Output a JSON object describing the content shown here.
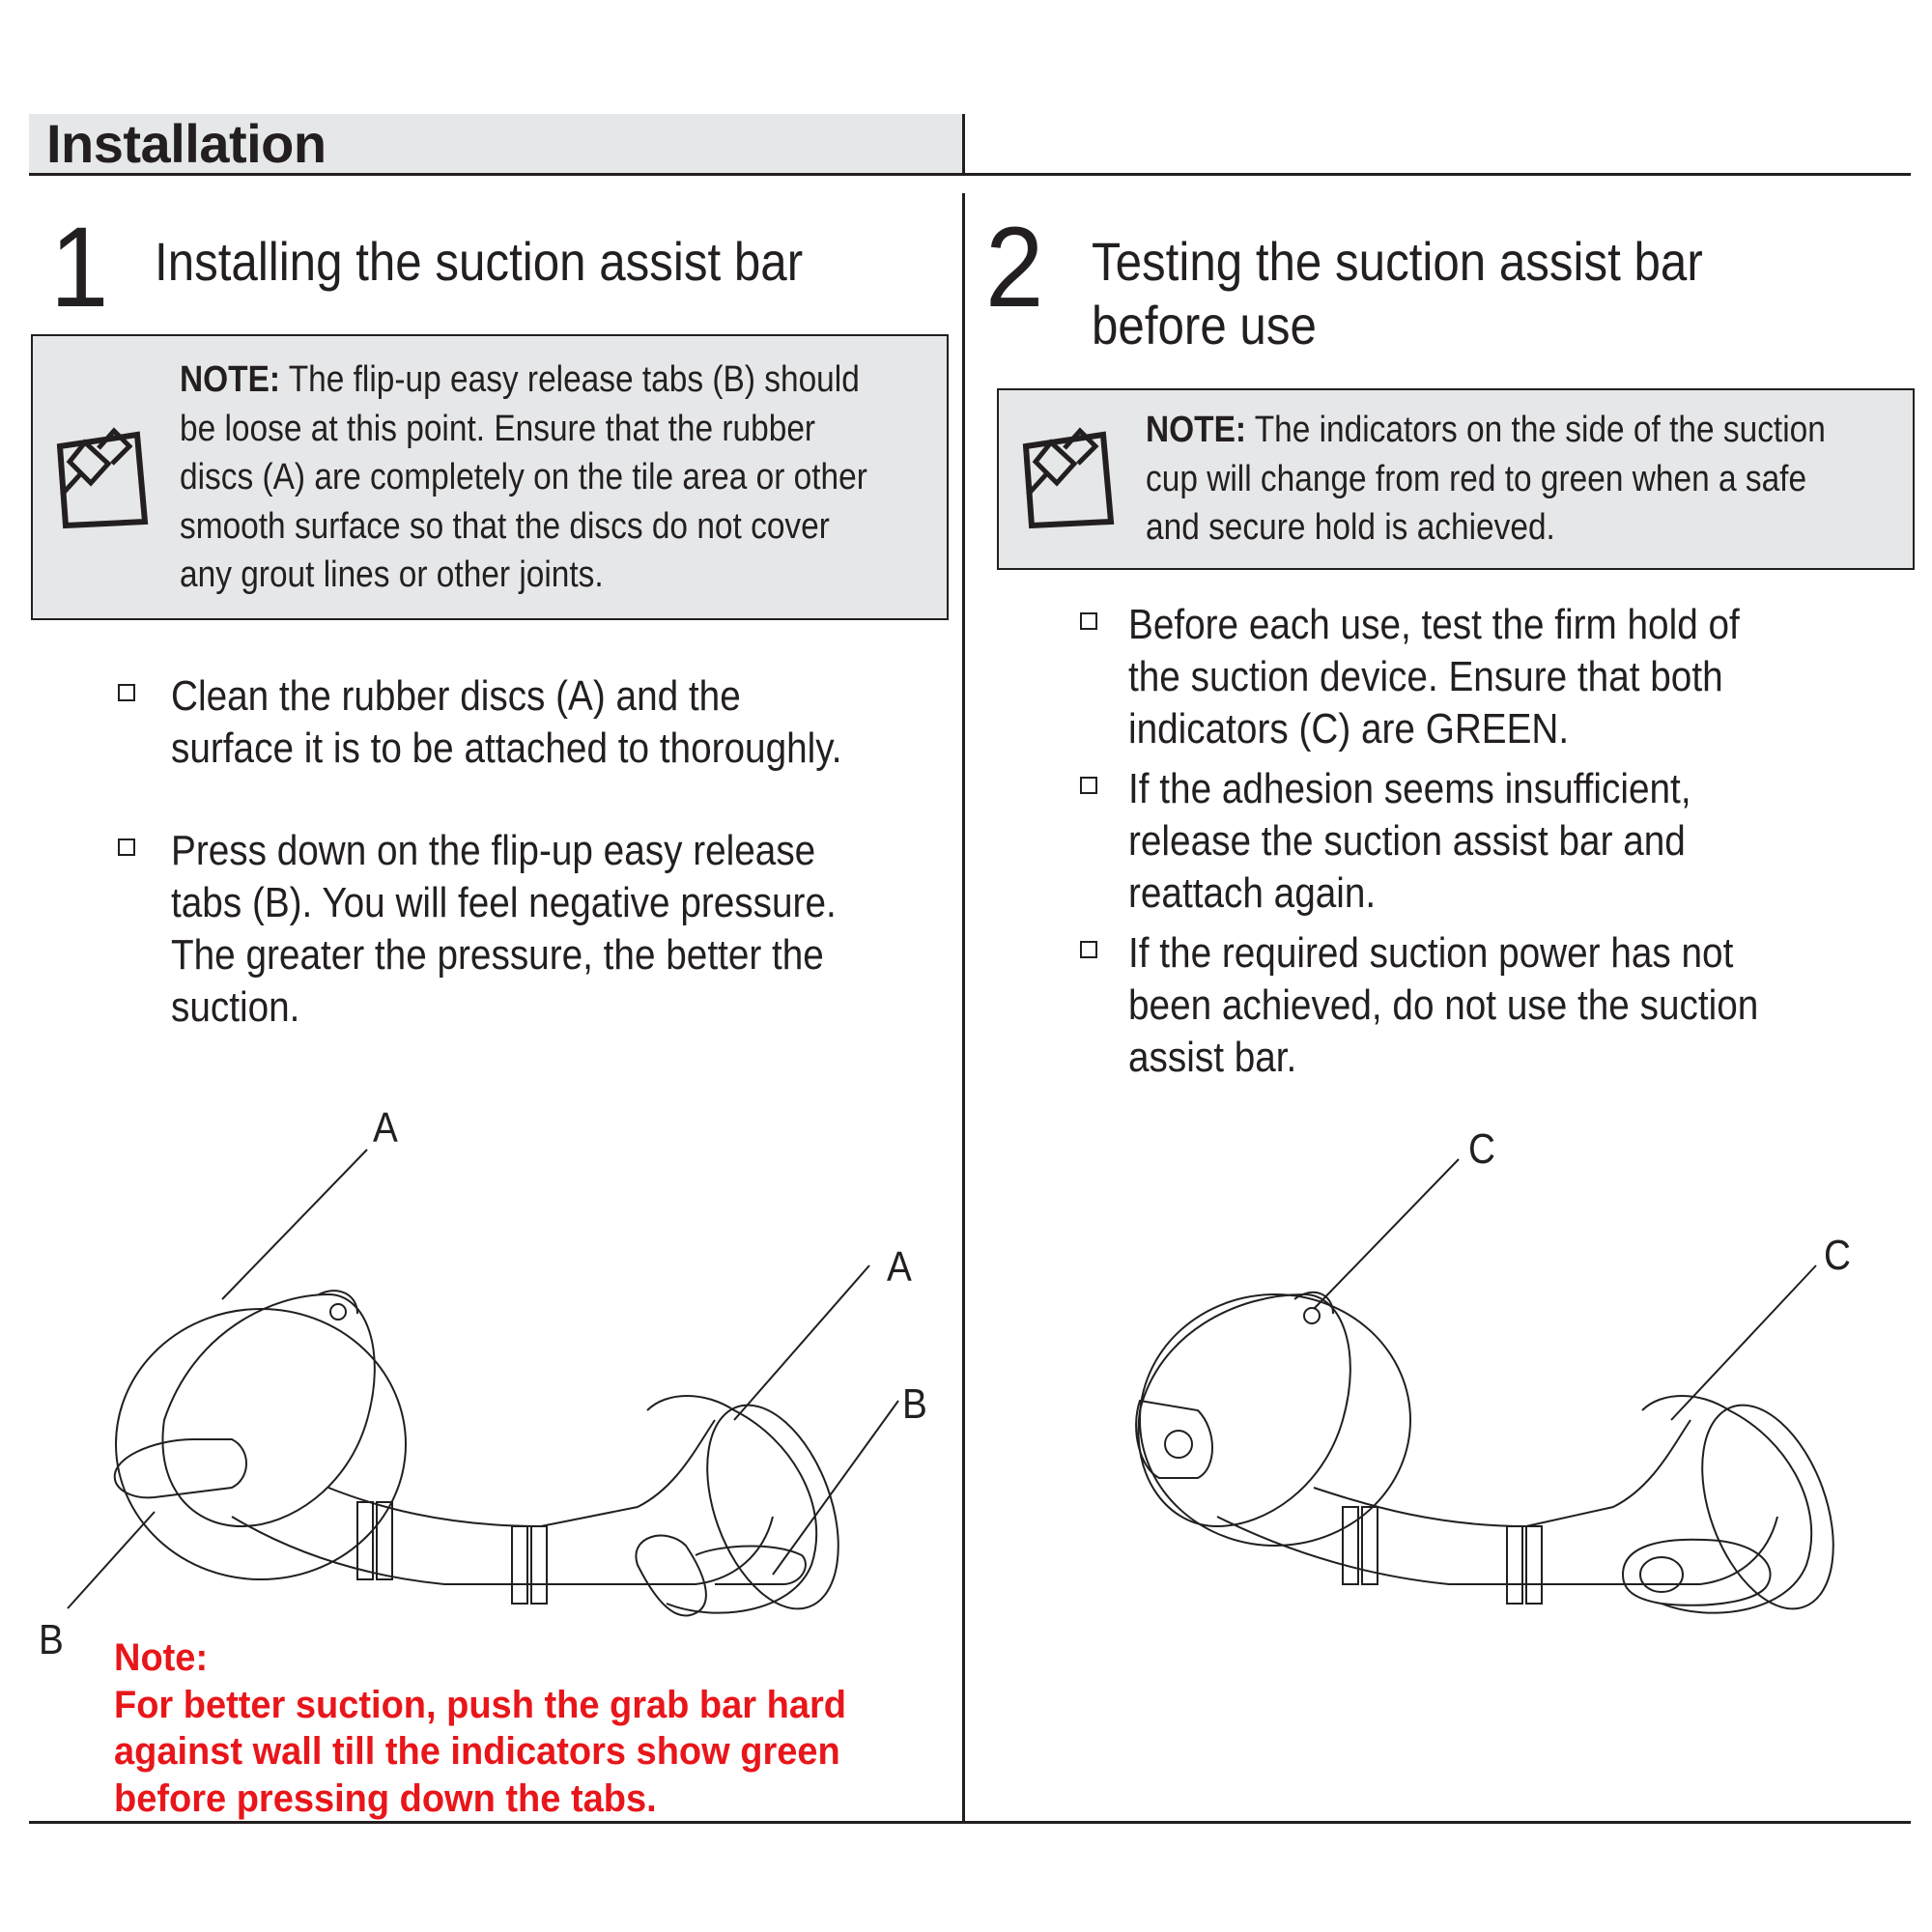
{
  "header": {
    "title": "Installation"
  },
  "step1": {
    "number": "1",
    "title": "Installing the suction assist bar",
    "note": {
      "label": "NOTE:",
      "lines": [
        " The flip-up easy release tabs (B) should",
        "be loose at this point. Ensure that the rubber",
        "discs (A) are completely on the tile area or other",
        "smooth surface so that the discs do not cover",
        "any grout lines or other joints."
      ]
    },
    "bullets": [
      {
        "lines": [
          "Clean the rubber discs (A) and the",
          "surface it is to be attached to thoroughly."
        ]
      },
      {
        "lines": [
          "Press down on the flip-up easy release",
          "tabs (B). You will feel negative pressure.",
          "The greater the pressure, the better the",
          "suction."
        ]
      }
    ],
    "callouts": {
      "a_top": "A",
      "a_right": "A",
      "b_right": "B",
      "b_left": "B"
    },
    "red_note": {
      "label": "Note:",
      "lines": [
        "For better suction, push the grab bar hard",
        "against wall till the indicators show green",
        "before pressing down the tabs."
      ]
    }
  },
  "step2": {
    "number": "2",
    "title_lines": [
      "Testing the suction assist bar",
      "before use"
    ],
    "note": {
      "label": "NOTE:",
      "lines": [
        " The indicators on the side of the suction",
        "cup will change from red to green when a safe",
        "and secure hold is achieved."
      ]
    },
    "bullets": [
      {
        "lines": [
          "Before each use, test the firm hold of",
          "the suction device. Ensure that both",
          "indicators (C) are GREEN."
        ]
      },
      {
        "lines": [
          "If the adhesion seems insufficient,",
          "release the suction assist bar and",
          "reattach again."
        ]
      },
      {
        "lines": [
          "If the required suction power has not",
          "been achieved, do not use the suction",
          "assist bar."
        ]
      }
    ],
    "callouts": {
      "c_top": "C",
      "c_right": "C"
    }
  },
  "icons": {
    "note_icon": "pushpin-note-icon",
    "bullet_icon": "checkbox-square-icon"
  }
}
